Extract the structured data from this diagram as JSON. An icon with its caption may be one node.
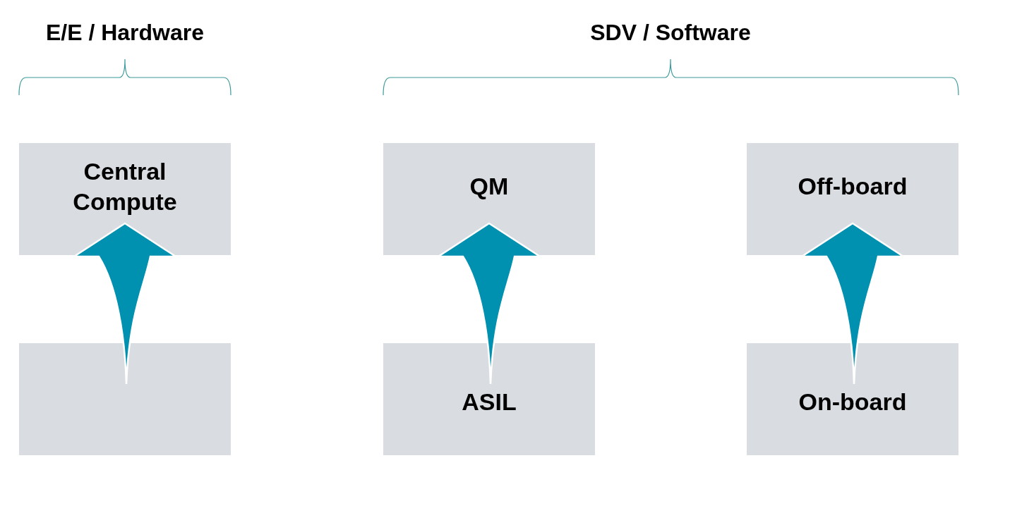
{
  "diagram": {
    "nodes": [
      {
        "text": [
          "Central Compute"
        ]
      },
      {
        "text": [],
        "shape": "box"
      },
      {
        "text": [
          "QM"
        ]
      },
      {
        "text": [
          "ASIL"
        ]
      },
      {
        "text": [
          "Off-board"
        ]
      },
      {
        "text": [
          "On-board"
        ]
      }
    ],
    "edges": [
      {
        "from": 1,
        "to": 0,
        "arrow": "to",
        "style": "thick"
      },
      {
        "from": 3,
        "to": 2,
        "arrow": "to",
        "style": "thick"
      },
      {
        "from": 5,
        "to": 4,
        "arrow": "to",
        "style": "thick"
      }
    ],
    "labels": [
      "E/E / Hardware",
      "SDV / Software"
    ]
  }
}
